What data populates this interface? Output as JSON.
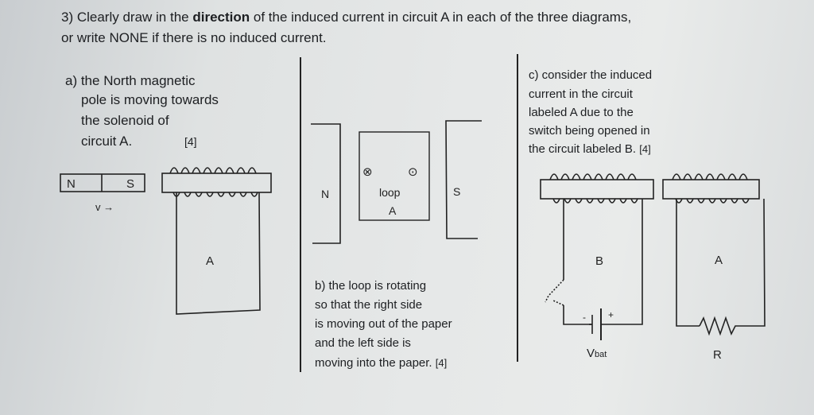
{
  "question": {
    "line1_pre": "3)  Clearly draw in the ",
    "line1_bold": "direction",
    "line1_post": " of the induced current in circuit A in each of the three diagrams,",
    "line2": "or write NONE if there is no induced current."
  },
  "part_a": {
    "lines": [
      "a) the North magnetic",
      "pole is moving towards",
      "the solenoid of",
      "circuit A."
    ],
    "marks": "[4]",
    "magnet_n": "N",
    "magnet_s": "S",
    "velocity": "v →",
    "circuit_label": "A"
  },
  "part_b": {
    "pole_n": "N",
    "pole_s": "S",
    "into_symbol": "⊗",
    "out_symbol": "⊙",
    "loop_label_1": "loop",
    "loop_label_2": "A",
    "lines": [
      "b) the loop is rotating",
      "so that the right side",
      "is moving out of the paper",
      "and the left side is",
      "moving into the paper."
    ],
    "marks": "[4]"
  },
  "part_c": {
    "lines": [
      "c) consider the induced",
      "current in the circuit",
      "labeled A due to the",
      "switch being opened in",
      "the circuit labeled B."
    ],
    "marks": "[4]",
    "circuit_b_label": "B",
    "circuit_a_label": "A",
    "battery_minus": "-",
    "battery_plus": "+",
    "vbat_main": "V",
    "vbat_sub": "bat",
    "resistor_label": "R"
  }
}
